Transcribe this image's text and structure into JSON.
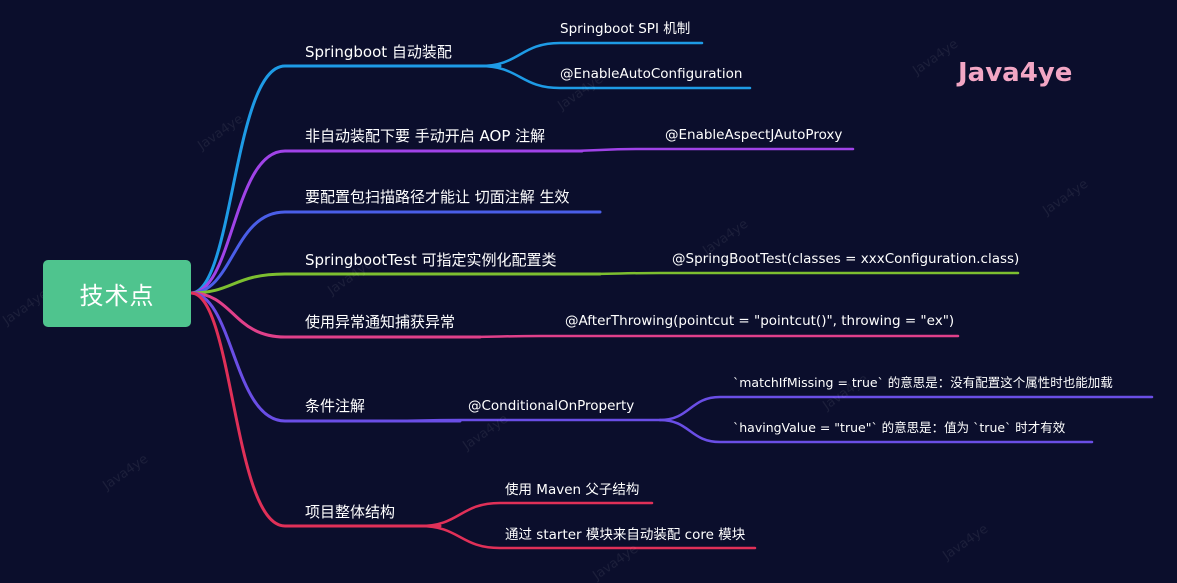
{
  "brand": "Java4ye",
  "watermark": "Java4ye",
  "root": {
    "label": "技术点",
    "color": "#4fc48e"
  },
  "branches": [
    {
      "label": "Springboot 自动装配",
      "color": "#1e9be6",
      "children": [
        {
          "label": "Springboot SPI 机制"
        },
        {
          "label": "@EnableAutoConfiguration"
        }
      ]
    },
    {
      "label": "非自动装配下要 手动开启 AOP 注解",
      "color": "#a043e8",
      "children": [
        {
          "label": "@EnableAspectJAutoProxy"
        }
      ]
    },
    {
      "label": "要配置包扫描路径才能让 切面注解 生效",
      "color": "#4a5ee8",
      "children": []
    },
    {
      "label": "SpringbootTest 可指定实例化配置类",
      "color": "#7dbf30",
      "children": [
        {
          "label": "@SpringBootTest(classes = xxxConfiguration.class)"
        }
      ]
    },
    {
      "label": "使用异常通知捕获异常",
      "color": "#e0408a",
      "children": [
        {
          "label": "@AfterThrowing(pointcut = \"pointcut()\", throwing = \"ex\")"
        }
      ]
    },
    {
      "label": "条件注解",
      "color": "#6a4ee6",
      "children": [
        {
          "label": "@ConditionalOnProperty",
          "children": [
            {
              "label": "`matchIfMissing = true` 的意思是：没有配置这个属性时也能加载"
            },
            {
              "label": "`havingValue = \"true\"` 的意思是：值为 `true` 时才有效"
            }
          ]
        }
      ]
    },
    {
      "label": "项目整体结构",
      "color": "#e03058",
      "children": [
        {
          "label": "使用 Maven 父子结构"
        },
        {
          "label": "通过 starter 模块来自动装配 core 模块"
        }
      ]
    }
  ]
}
